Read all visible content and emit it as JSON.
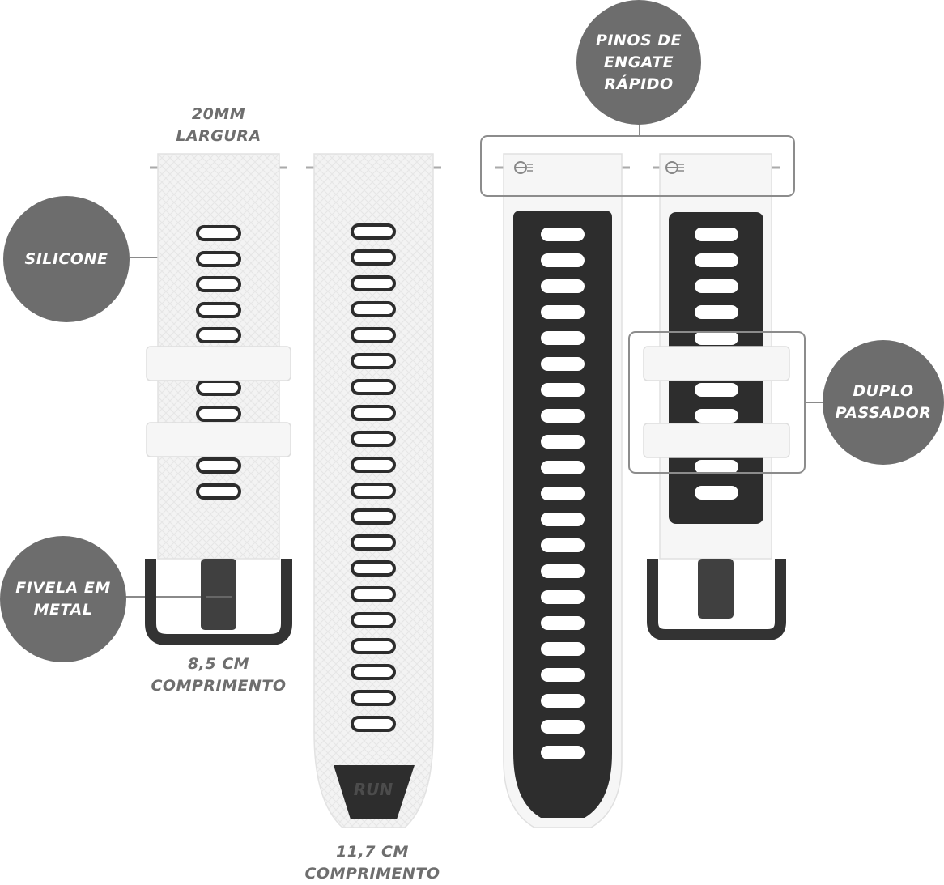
{
  "labels": {
    "width": "20MM\nLARGURA",
    "short_length": "8,5 CM\nCOMPRIMENTO",
    "long_length": "11,7 CM\nCOMPRIMENTO",
    "strap_logo": "RUN"
  },
  "callouts": {
    "silicone": "SILICONE",
    "buckle": "FIVELA EM\nMETAL",
    "pins": "PINOS DE\nENGATE\nRÁPIDO",
    "loops": "DUPLO\nPASSADOR"
  },
  "colors": {
    "callout_bg": "#6d6d6d",
    "strap_white": "#f4f4f4",
    "strap_dark": "#2d2d2d",
    "buckle": "#3a3a3a",
    "label_text": "#6e6e6e"
  }
}
